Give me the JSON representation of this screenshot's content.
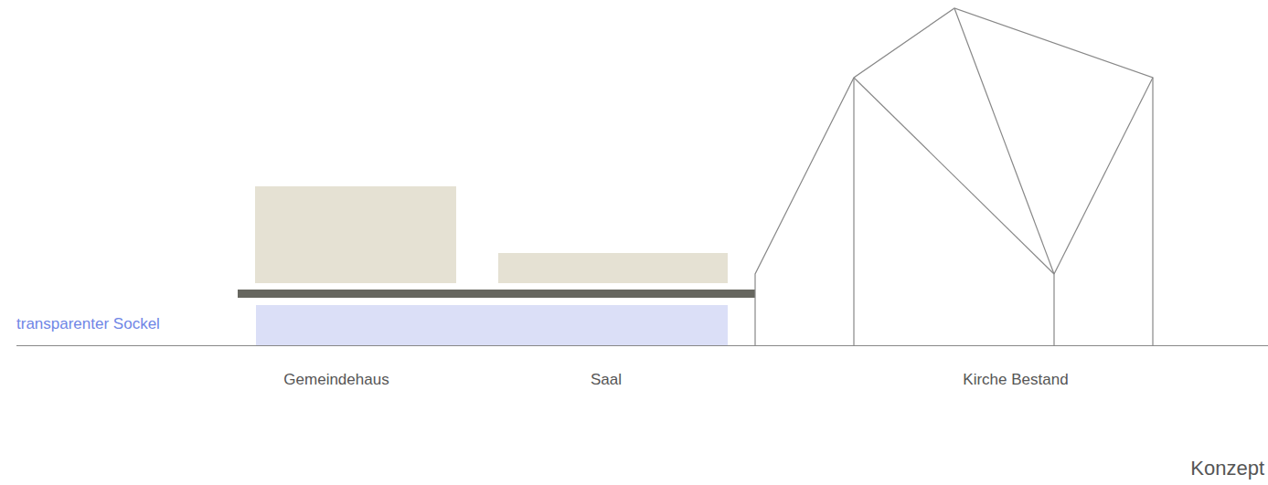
{
  "diagram": {
    "labels": [
      "transparenter Sockel",
      "Gemeindehaus",
      "Saal",
      "Kirche Bestand",
      "Konzept"
    ]
  }
}
